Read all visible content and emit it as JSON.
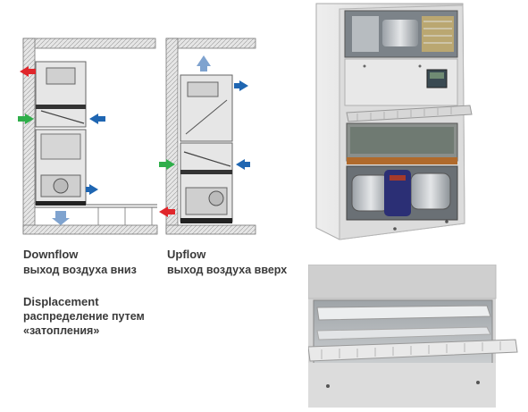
{
  "captions": {
    "downflow": {
      "title": "Downflow",
      "subtitle": "выход воздуха вниз"
    },
    "upflow": {
      "title": "Upflow",
      "subtitle": "выход воздуха вверх"
    },
    "displacement": {
      "title": "Displacement",
      "line1": "распределение путем",
      "line2": "«затопления»"
    }
  },
  "colors": {
    "hot_air": "#e0262b",
    "return_air": "#2fae4a",
    "cool_air": "#1f66b2",
    "light_air": "#7fa3cf",
    "wall_fill": "#d9d9d9",
    "unit_fill": "#e2e2e2",
    "cabinet": "#d8d8d8"
  }
}
